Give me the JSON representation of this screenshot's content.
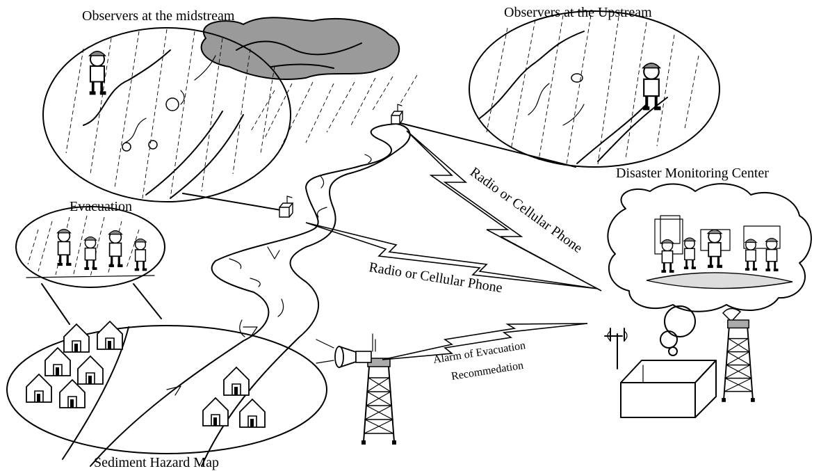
{
  "labels": {
    "midstream": "Observers at the midstream",
    "upstream": "Observers at the Upstream",
    "center": "Disaster Monitoring Center",
    "evacuation": "Evacuation",
    "radio_1": "Radio or Cellular Phone",
    "radio_2": "Radio or Cellular Phone",
    "alarm_line1": "Alarm of Evacuation",
    "alarm_line2": "Recommedation",
    "hazard_map": "Sediment Hazard Map"
  },
  "icons": [
    "rain-cloud-icon",
    "observer-person-icon",
    "monitoring-station-icon",
    "house-icon",
    "siren-tower-icon",
    "antenna-icon",
    "satellite-dish-icon",
    "lightning-signal-icon"
  ]
}
